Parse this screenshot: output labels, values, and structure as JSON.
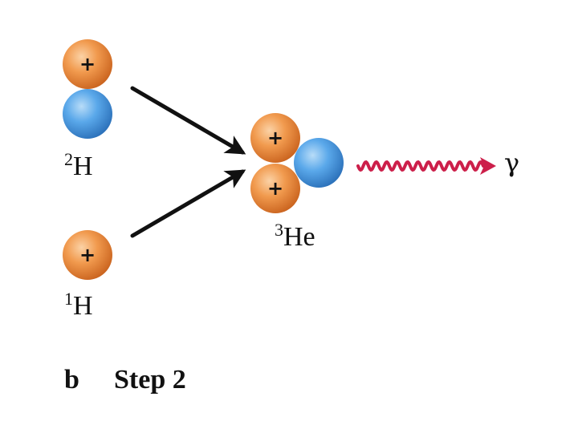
{
  "nuclei": {
    "deuterium": {
      "mass_number": "2",
      "symbol": "H"
    },
    "protium": {
      "mass_number": "1",
      "symbol": "H"
    },
    "helium3": {
      "mass_number": "3",
      "symbol": "He"
    }
  },
  "particles": {
    "proton_charge": "+",
    "gamma_symbol": "γ"
  },
  "colors": {
    "proton": "#e8823a",
    "neutron": "#3d8fd9",
    "arrow": "#111111",
    "gamma_ray": "#cc1f4a"
  },
  "caption": {
    "panel": "b",
    "step": "Step 2"
  }
}
